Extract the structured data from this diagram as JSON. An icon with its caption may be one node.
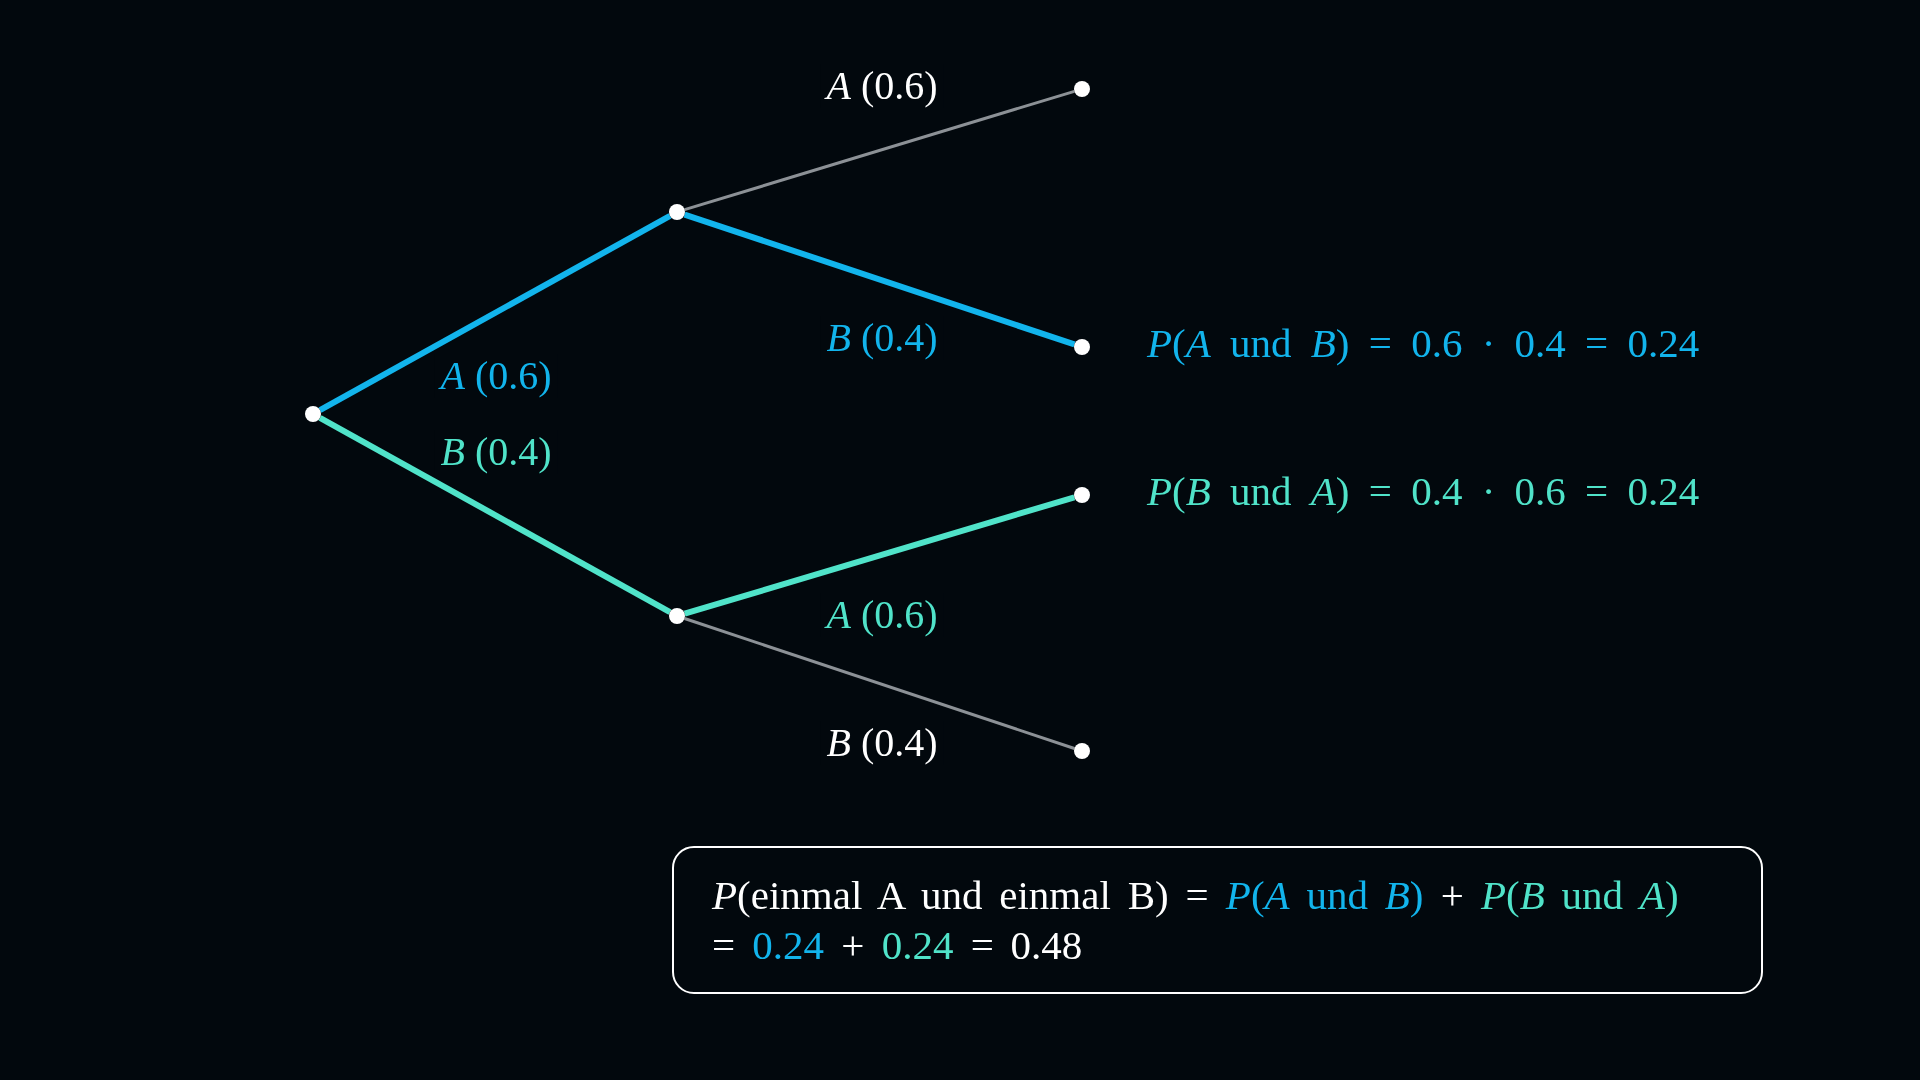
{
  "diagram": {
    "nodes": [
      {
        "text": [],
        "shape": "circle"
      },
      {
        "text": [],
        "shape": "circle"
      },
      {
        "text": [],
        "shape": "circle"
      },
      {
        "text": [],
        "shape": "circle",
        "beside": [
          "*P*(*A* und *B*) = 0.6 · 0.4 = 0.24"
        ]
      },
      {
        "text": [],
        "shape": "circle"
      },
      {
        "text": [],
        "shape": "circle",
        "beside": [
          "*P*(*B* und *A*) = 0.4 · 0.6 = 0.24"
        ]
      },
      {
        "text": [],
        "shape": "circle"
      },
      {
        "text": [
          "*P*(einmal A und einmal B) =",
          "*P*(*A* und *B*)",
          "+",
          "*P*(*B* und *A*)",
          "=",
          "0.24",
          "+",
          "0.24",
          "= 0.48"
        ]
      }
    ],
    "edges": [
      {
        "from": 0,
        "to": 1,
        "arrow": "none",
        "label": "*A* (0.6)",
        "color": "#12b4ec"
      },
      {
        "from": 0,
        "to": 4,
        "arrow": "none",
        "label": "*B* (0.4)",
        "color": "#50e3c9"
      },
      {
        "from": 1,
        "to": 2,
        "arrow": "none",
        "label": "*A* (0.6)",
        "color": "#8c9196"
      },
      {
        "from": 1,
        "to": 3,
        "arrow": "none",
        "label": "*B* (0.4)",
        "color": "#12b4ec"
      },
      {
        "from": 4,
        "to": 5,
        "arrow": "none",
        "label": "*A* (0.6)",
        "color": "#50e3c9"
      },
      {
        "from": 4,
        "to": 6,
        "arrow": "none",
        "label": "*B* (0.4)",
        "color": "#8c9196"
      }
    ]
  }
}
